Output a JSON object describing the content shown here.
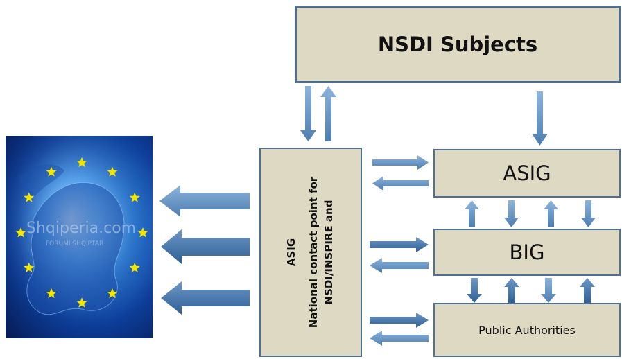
{
  "diagram": {
    "top_box": "NSDI Subjects",
    "right_boxes": [
      "ASIG",
      "BIG",
      "Public Authorities"
    ],
    "center_box": {
      "title": "ASIG",
      "lines": [
        "National contact point for",
        "NSDI/INSPIRE and"
      ]
    }
  },
  "image": {
    "watermark_title": "Shqiperia.com",
    "watermark_sub": "FORUMI SHQIPTAR"
  },
  "colors": {
    "box_fill": "#ddd9c3",
    "box_border": "#4f6f93",
    "arrow_light": "#6d9cc9",
    "arrow_dark": "#4a76a6",
    "star": "#f2e500"
  }
}
